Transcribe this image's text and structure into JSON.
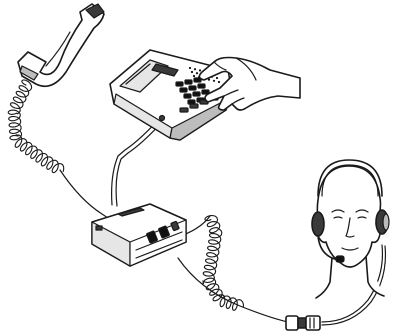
{
  "diagram": {
    "components": [
      {
        "id": "handset",
        "icon": "telephone-handset-icon"
      },
      {
        "id": "desk-phone",
        "icon": "desk-telephone-icon"
      },
      {
        "id": "hand",
        "icon": "hand-pressing-keypad-icon"
      },
      {
        "id": "amplifier",
        "icon": "headset-amplifier-icon"
      },
      {
        "id": "headset-user",
        "icon": "headset-wearer-icon"
      },
      {
        "id": "quick-disconnect",
        "icon": "cable-connector-icon"
      }
    ],
    "colors": {
      "line": "#1a1a1a",
      "shade": "#bdbdbd",
      "dark": "#3a3a3a",
      "background": "#ffffff"
    }
  }
}
